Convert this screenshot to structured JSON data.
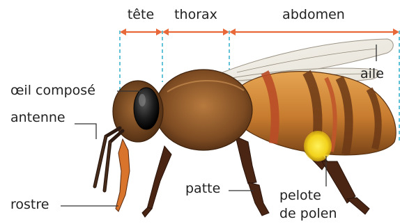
{
  "segments": {
    "head": "tête",
    "thorax": "thorax",
    "abdomen": "abdomen"
  },
  "labels": {
    "wing": "aile",
    "compound_eye": "œil composé",
    "antenna": "antenne",
    "proboscis": "rostre",
    "leg": "patte",
    "pollen_basket_line1": "pelote",
    "pollen_basket_line2": "de polen"
  },
  "colors": {
    "dimension_line": "#e8683a",
    "dimension_guide": "#3bb3cf",
    "leader_line": "#333333"
  }
}
